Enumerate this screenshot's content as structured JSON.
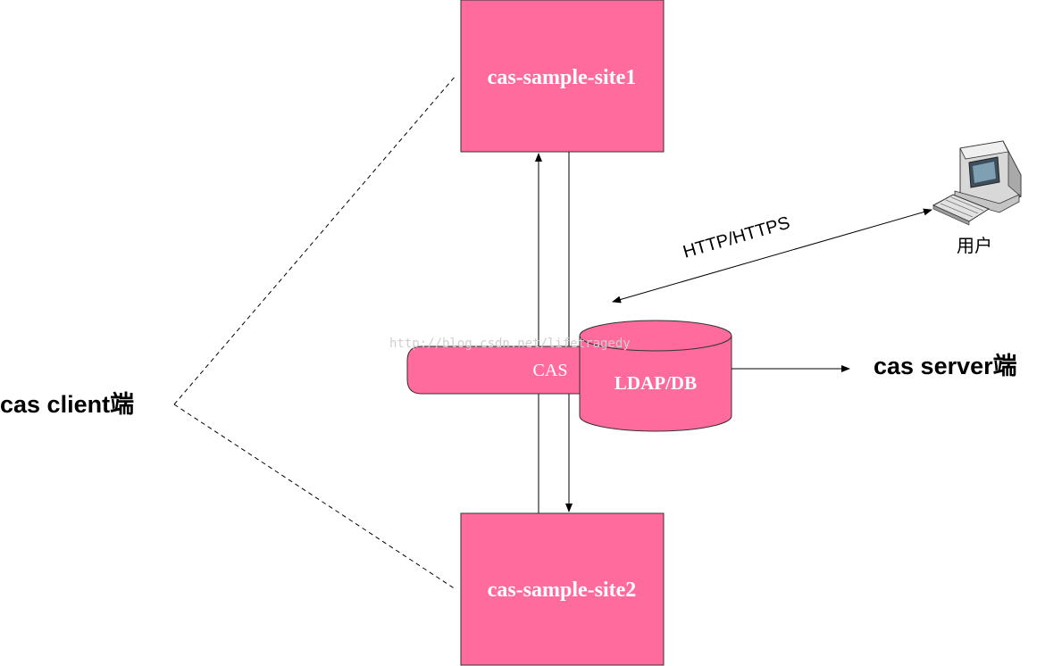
{
  "colors": {
    "box_fill": "#ff6b9c",
    "box_stroke": "#333333",
    "line": "#000000",
    "watermark": "#cfcfcf"
  },
  "nodes": {
    "site1": {
      "label": "cas-sample-site1"
    },
    "site2": {
      "label": "cas-sample-site2"
    },
    "cas": {
      "label": "CAS"
    },
    "ldap": {
      "label": "LDAP/DB"
    },
    "user": {
      "label": "用户",
      "icon": "desktop-computer-icon"
    }
  },
  "labels": {
    "client": "cas client端",
    "server": "cas server端",
    "protocol": "HTTP/HTTPS"
  },
  "watermark": "http://blog.csdn.net/lifetragedy"
}
